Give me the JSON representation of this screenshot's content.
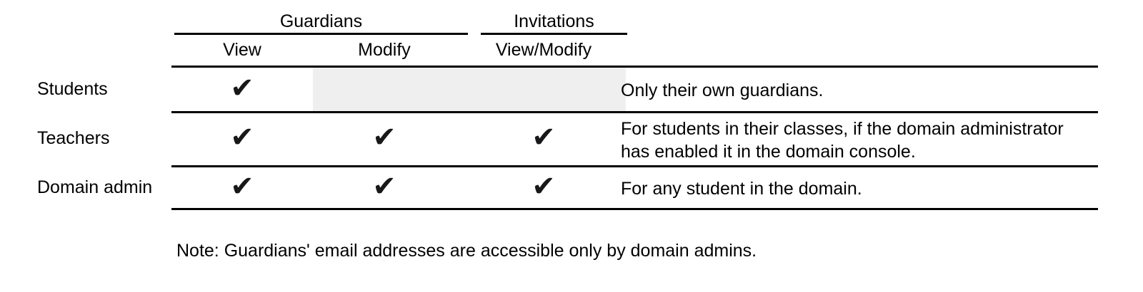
{
  "table": {
    "column_groups": [
      {
        "label": "Guardians",
        "sub_columns": [
          "View",
          "Modify"
        ]
      },
      {
        "label": "Invitations",
        "sub_columns": [
          "View/Modify"
        ]
      }
    ],
    "sub_headers": {
      "view": "View",
      "modify": "Modify",
      "view_modify": "View/Modify"
    },
    "rows": [
      {
        "label": "Students",
        "guardians_view": "✔",
        "guardians_modify": "",
        "invitations_view_modify": "",
        "description": "Only their own guardians.",
        "shaded": true
      },
      {
        "label": "Teachers",
        "guardians_view": "✔",
        "guardians_modify": "✔",
        "invitations_view_modify": "✔",
        "description": "For students in their classes, if the domain administrator has enabled it in the domain console.",
        "shaded": false
      },
      {
        "label": "Domain admin",
        "guardians_view": "✔",
        "guardians_modify": "✔",
        "invitations_view_modify": "✔",
        "description": "For any student in the domain.",
        "shaded": false
      }
    ]
  },
  "note": "Note: Guardians' email addresses are accessible only by domain admins.",
  "colors": {
    "rule": "#000000",
    "shade": "#efefef",
    "text": "#000000",
    "check": "#18181a"
  }
}
